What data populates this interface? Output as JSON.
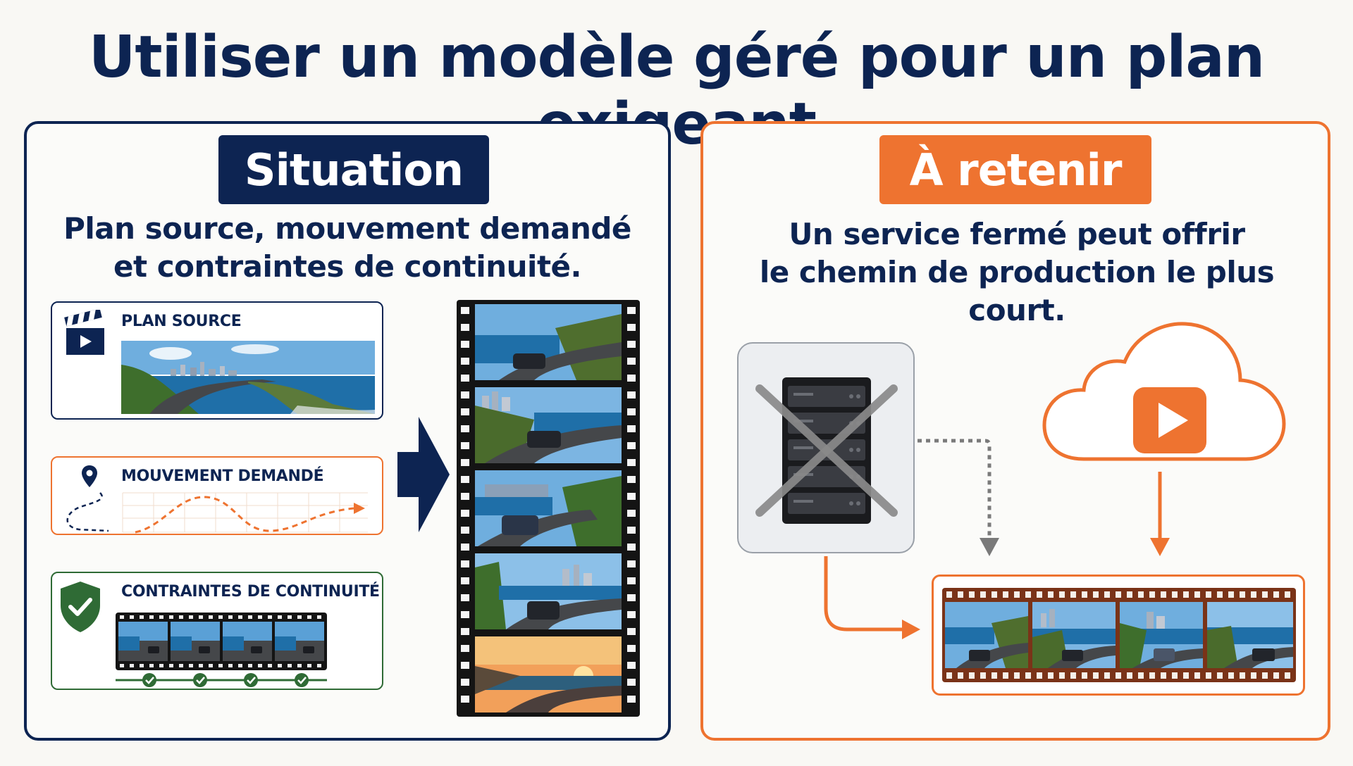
{
  "title": "Utiliser un modèle géré pour un plan exigeant",
  "left_panel": {
    "tag": "Situation",
    "subtitle_line1": "Plan source, mouvement demandé",
    "subtitle_line2": "et contraintes de continuité.",
    "cards": {
      "source_label": "PLAN SOURCE",
      "motion_label": "MOUVEMENT DEMANDÉ",
      "continuity_label": "CONTRAINTES DE CONTINUITÉ"
    },
    "icons": [
      "clapperboard-icon",
      "location-pin-icon",
      "shield-check-icon",
      "arrow-right-icon",
      "checkmark-icon"
    ]
  },
  "right_panel": {
    "tag": "À retenir",
    "subtitle_line1": "Un service fermé peut offrir",
    "subtitle_line2": "le chemin de production le plus court.",
    "icons": [
      "server-crossed-icon",
      "cloud-play-icon"
    ]
  },
  "colors": {
    "navy": "#0d2452",
    "orange": "#ee7330",
    "green": "#2f6b35",
    "gray": "#7a7a7a"
  }
}
